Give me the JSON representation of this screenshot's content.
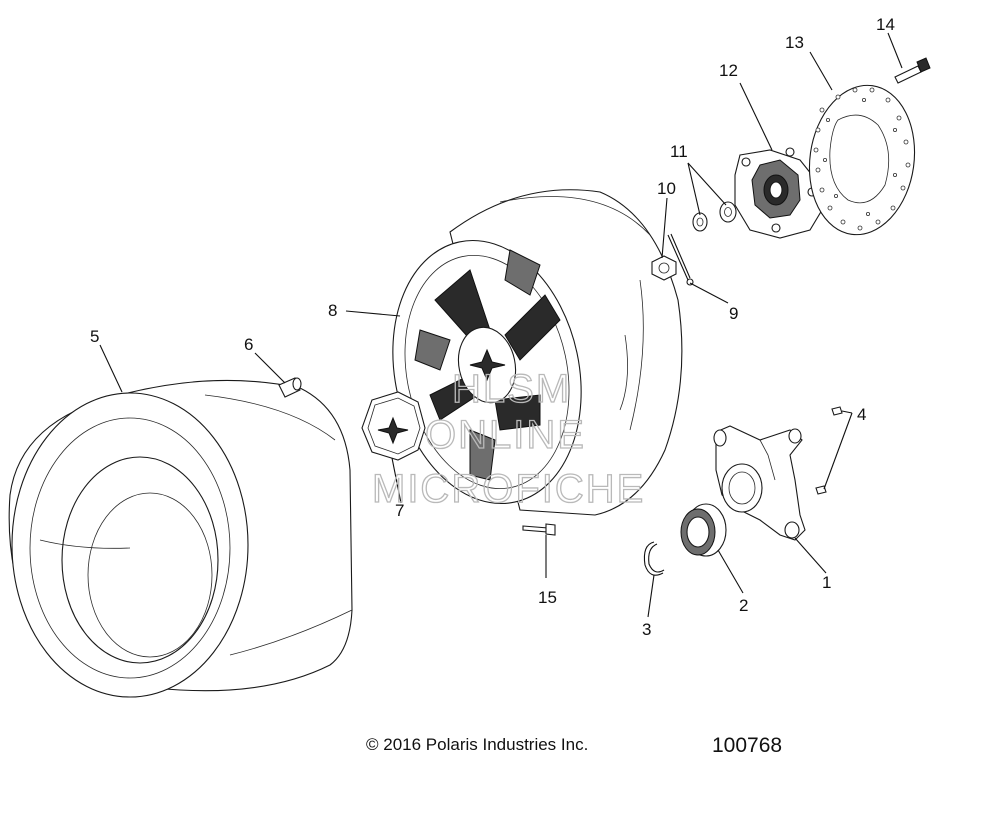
{
  "callouts": [
    {
      "id": "1",
      "text": "1"
    },
    {
      "id": "2",
      "text": "2"
    },
    {
      "id": "3",
      "text": "3"
    },
    {
      "id": "4",
      "text": "4"
    },
    {
      "id": "5",
      "text": "5"
    },
    {
      "id": "6",
      "text": "6"
    },
    {
      "id": "7",
      "text": "7"
    },
    {
      "id": "8",
      "text": "8"
    },
    {
      "id": "9",
      "text": "9"
    },
    {
      "id": "10",
      "text": "10"
    },
    {
      "id": "11",
      "text": "11"
    },
    {
      "id": "12",
      "text": "12"
    },
    {
      "id": "13",
      "text": "13"
    },
    {
      "id": "14",
      "text": "14"
    },
    {
      "id": "15",
      "text": "15"
    }
  ],
  "watermark": {
    "line1": "HLSM",
    "line2": "ONLINE",
    "line3": "MICROFICHE"
  },
  "footer": {
    "copyright": "© 2016 Polaris Industries Inc.",
    "document_number": "100768"
  },
  "colors": {
    "line": "#111111",
    "watermark": "#b9b9b9",
    "background": "#ffffff"
  }
}
